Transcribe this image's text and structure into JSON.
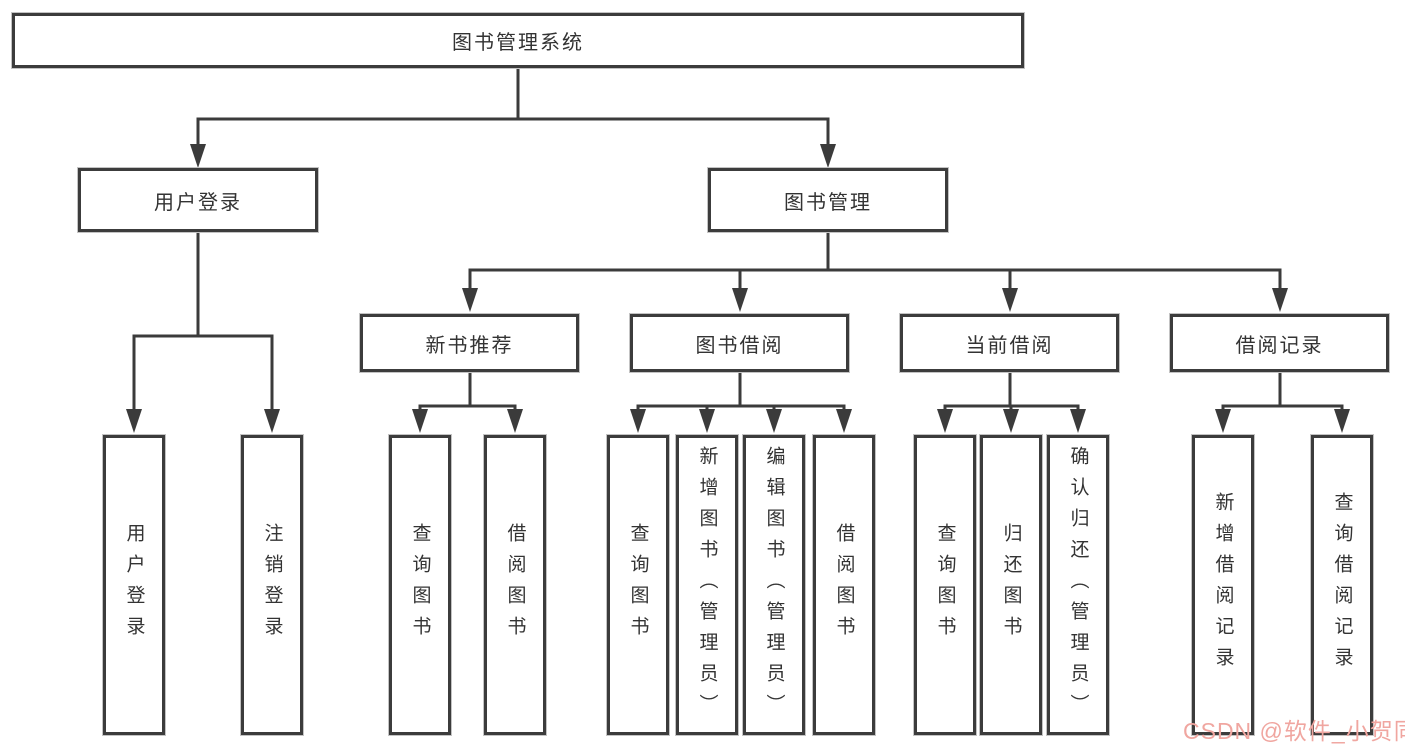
{
  "colors": {
    "background": "#FFFFFF",
    "line": "#3B3B3B",
    "box_border": "#3C3C3C",
    "text": "#333333",
    "watermark": "#F0A6A0"
  },
  "diagram": {
    "root": {
      "label": "图书管理系统"
    },
    "level2": [
      {
        "label": "用户登录"
      },
      {
        "label": "图书管理"
      }
    ],
    "level3": [
      {
        "label": "新书推荐"
      },
      {
        "label": "图书借阅"
      },
      {
        "label": "当前借阅"
      },
      {
        "label": "借阅记录"
      }
    ],
    "leaves": {
      "user_login": [
        "用户登录",
        "注销登录"
      ],
      "new_book_recommend": [
        "查询图书",
        "借阅图书"
      ],
      "book_borrow": [
        "查询图书",
        "新增图书（管理员）",
        "编辑图书（管理员）",
        "借阅图书"
      ],
      "current_borrow": [
        "查询图书",
        "归还图书",
        "确认归还（管理员）"
      ],
      "borrow_records": [
        "新增借阅记录",
        "查询借阅记录"
      ]
    }
  },
  "watermark": {
    "text": "CSDN @软件_小贺同学"
  }
}
